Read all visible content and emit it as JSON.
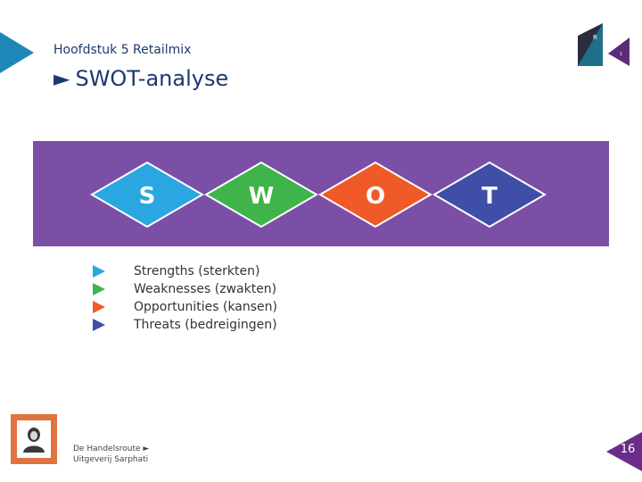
{
  "header": {
    "chapter": "Hoofdstuk 5 Retailmix",
    "title_arrow": "►",
    "title": "SWOT-analyse"
  },
  "logo": {
    "letter": "R",
    "small": "1"
  },
  "swot": [
    {
      "letter": "S",
      "color": "#2aa7e0"
    },
    {
      "letter": "W",
      "color": "#3fb44a"
    },
    {
      "letter": "O",
      "color": "#f05a28"
    },
    {
      "letter": "T",
      "color": "#3f4fa8"
    }
  ],
  "banner_color": "#7b4fa6",
  "bullets": [
    {
      "text": "Strengths (sterkten)",
      "color": "#2aa7e0"
    },
    {
      "text": "Weaknesses (zwakten)",
      "color": "#3fb44a"
    },
    {
      "text": "Opportunities (kansen)",
      "color": "#f05a28"
    },
    {
      "text": "Threats (bedreigingen)",
      "color": "#3f4fa8"
    }
  ],
  "publisher": {
    "line1": "De Handelsroute ►",
    "line2": "Uitgeverij Sarphati"
  },
  "page_number": "16"
}
